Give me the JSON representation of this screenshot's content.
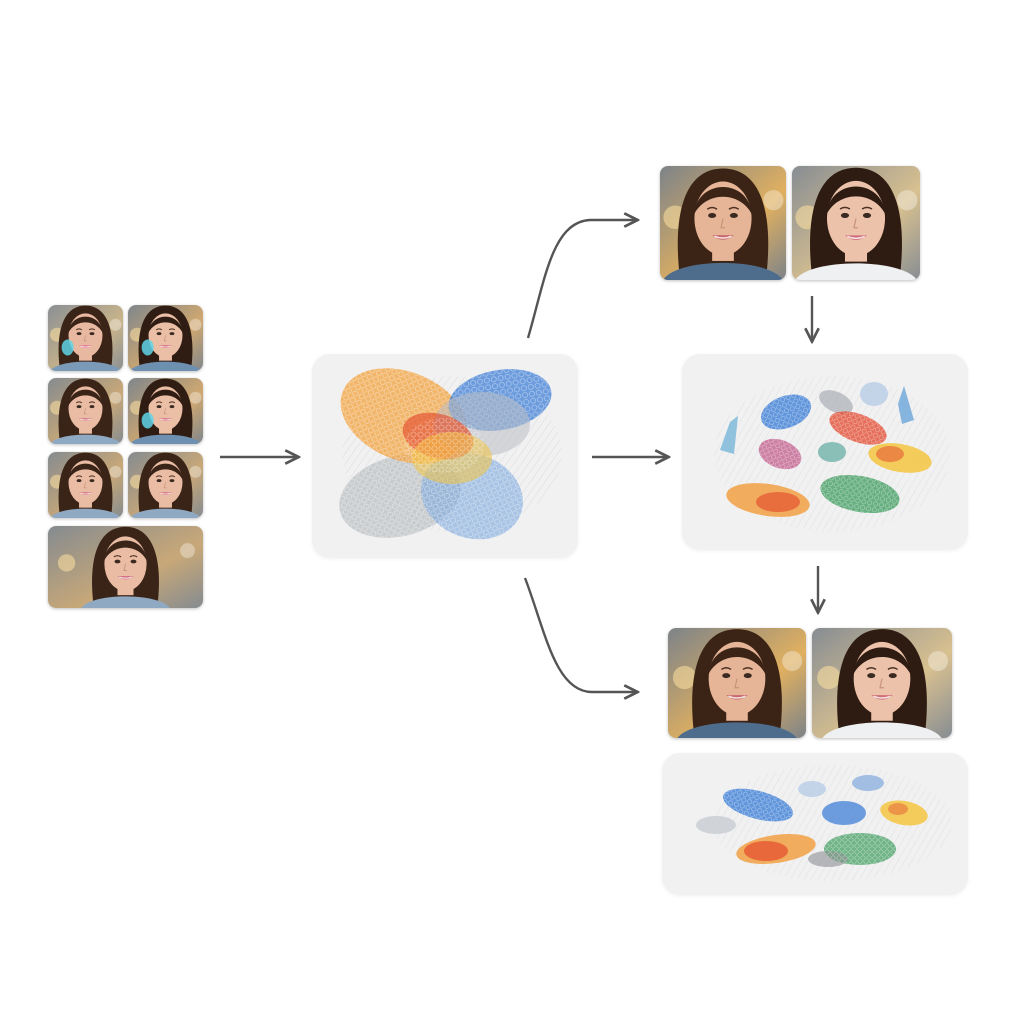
{
  "diagram": {
    "source_faces": {
      "count": 7
    },
    "output_faces": {
      "top_pair_count": 2,
      "bottom_pair_count": 2
    },
    "colors": {
      "arrow": "#555555",
      "panel": "#f1f1f2",
      "blob_orange": "#f29b38",
      "blob_yellow": "#f4c542",
      "blob_blue": "#3f7fd6",
      "blob_red": "#e2442a",
      "blob_green": "#3a9a5b",
      "blob_grey": "#a9aeb3",
      "blob_pink": "#e06a8e"
    },
    "icons": [
      "face-photo",
      "arrow-right",
      "arrow-down",
      "curved-arrow"
    ]
  }
}
